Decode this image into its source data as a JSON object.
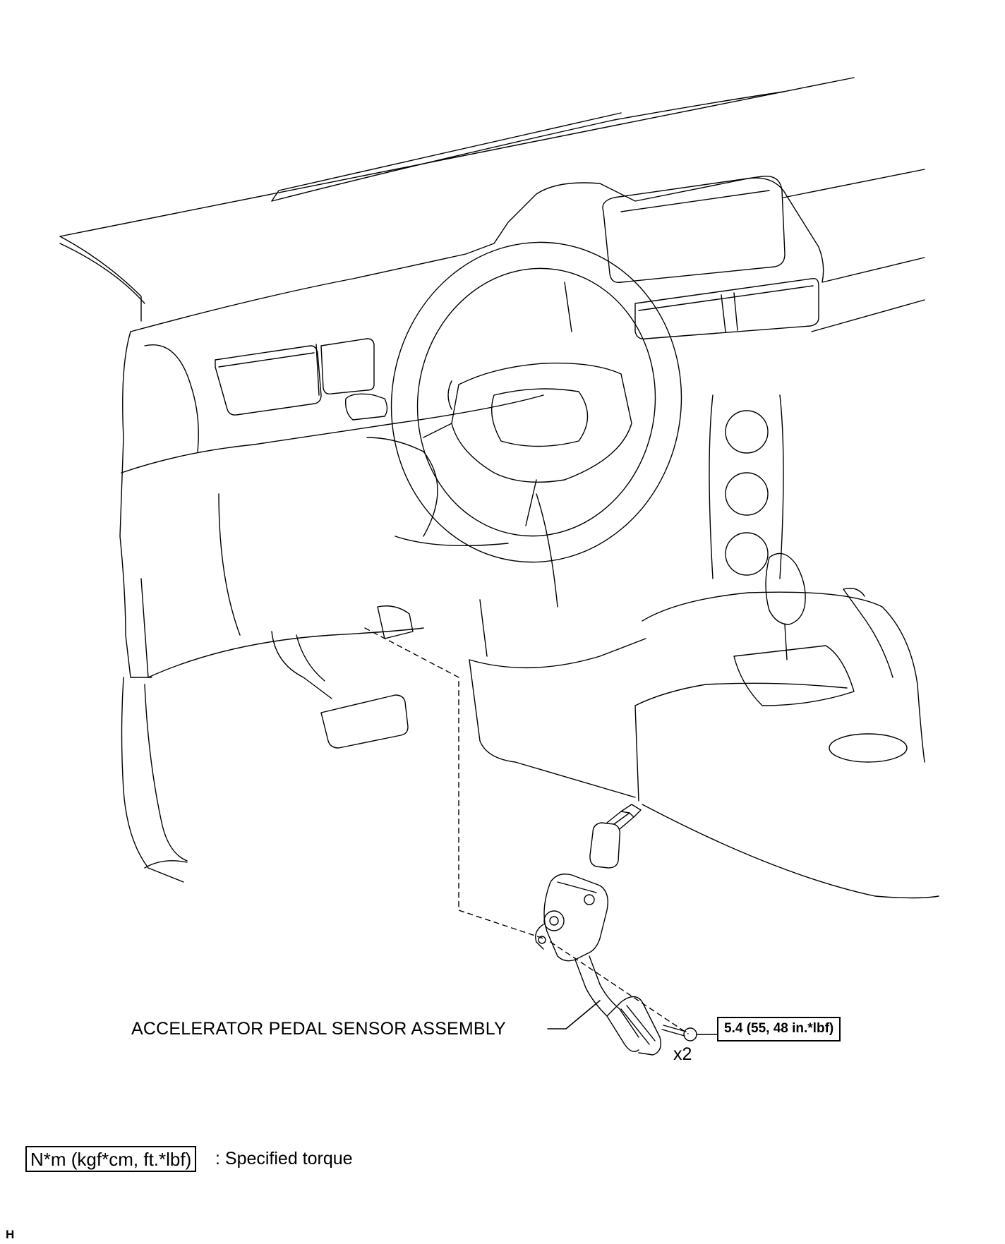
{
  "callouts": {
    "part_name": "ACCELERATOR PEDAL SENSOR ASSEMBLY",
    "torque_value": "5.4 (55, 48 in.*lbf)",
    "quantity": "x2"
  },
  "legend": {
    "box_label": "N*m (kgf*cm, ft.*lbf)",
    "description": ": Specified torque"
  },
  "footer": {
    "ref_letter": "H"
  }
}
